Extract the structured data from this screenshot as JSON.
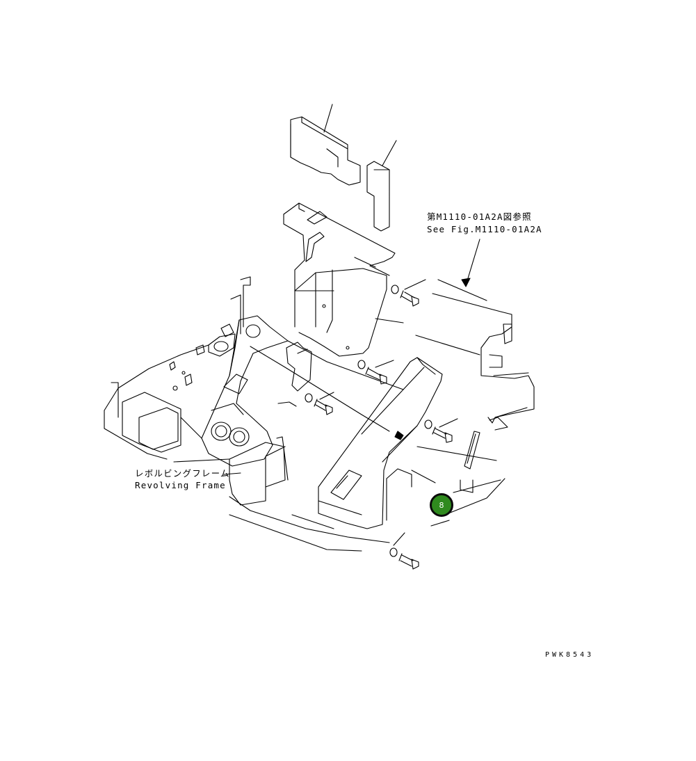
{
  "labels": {
    "fig_ref_jp": "第M1110-01A2A図参照",
    "fig_ref_en": "See Fig.M1110-01A2A",
    "frame_jp": "レボルビングフレーム",
    "frame_en": "Revolving Frame"
  },
  "callout": {
    "number": "8",
    "color": "#2f8a1e"
  },
  "drawing_code": "PWK8543"
}
